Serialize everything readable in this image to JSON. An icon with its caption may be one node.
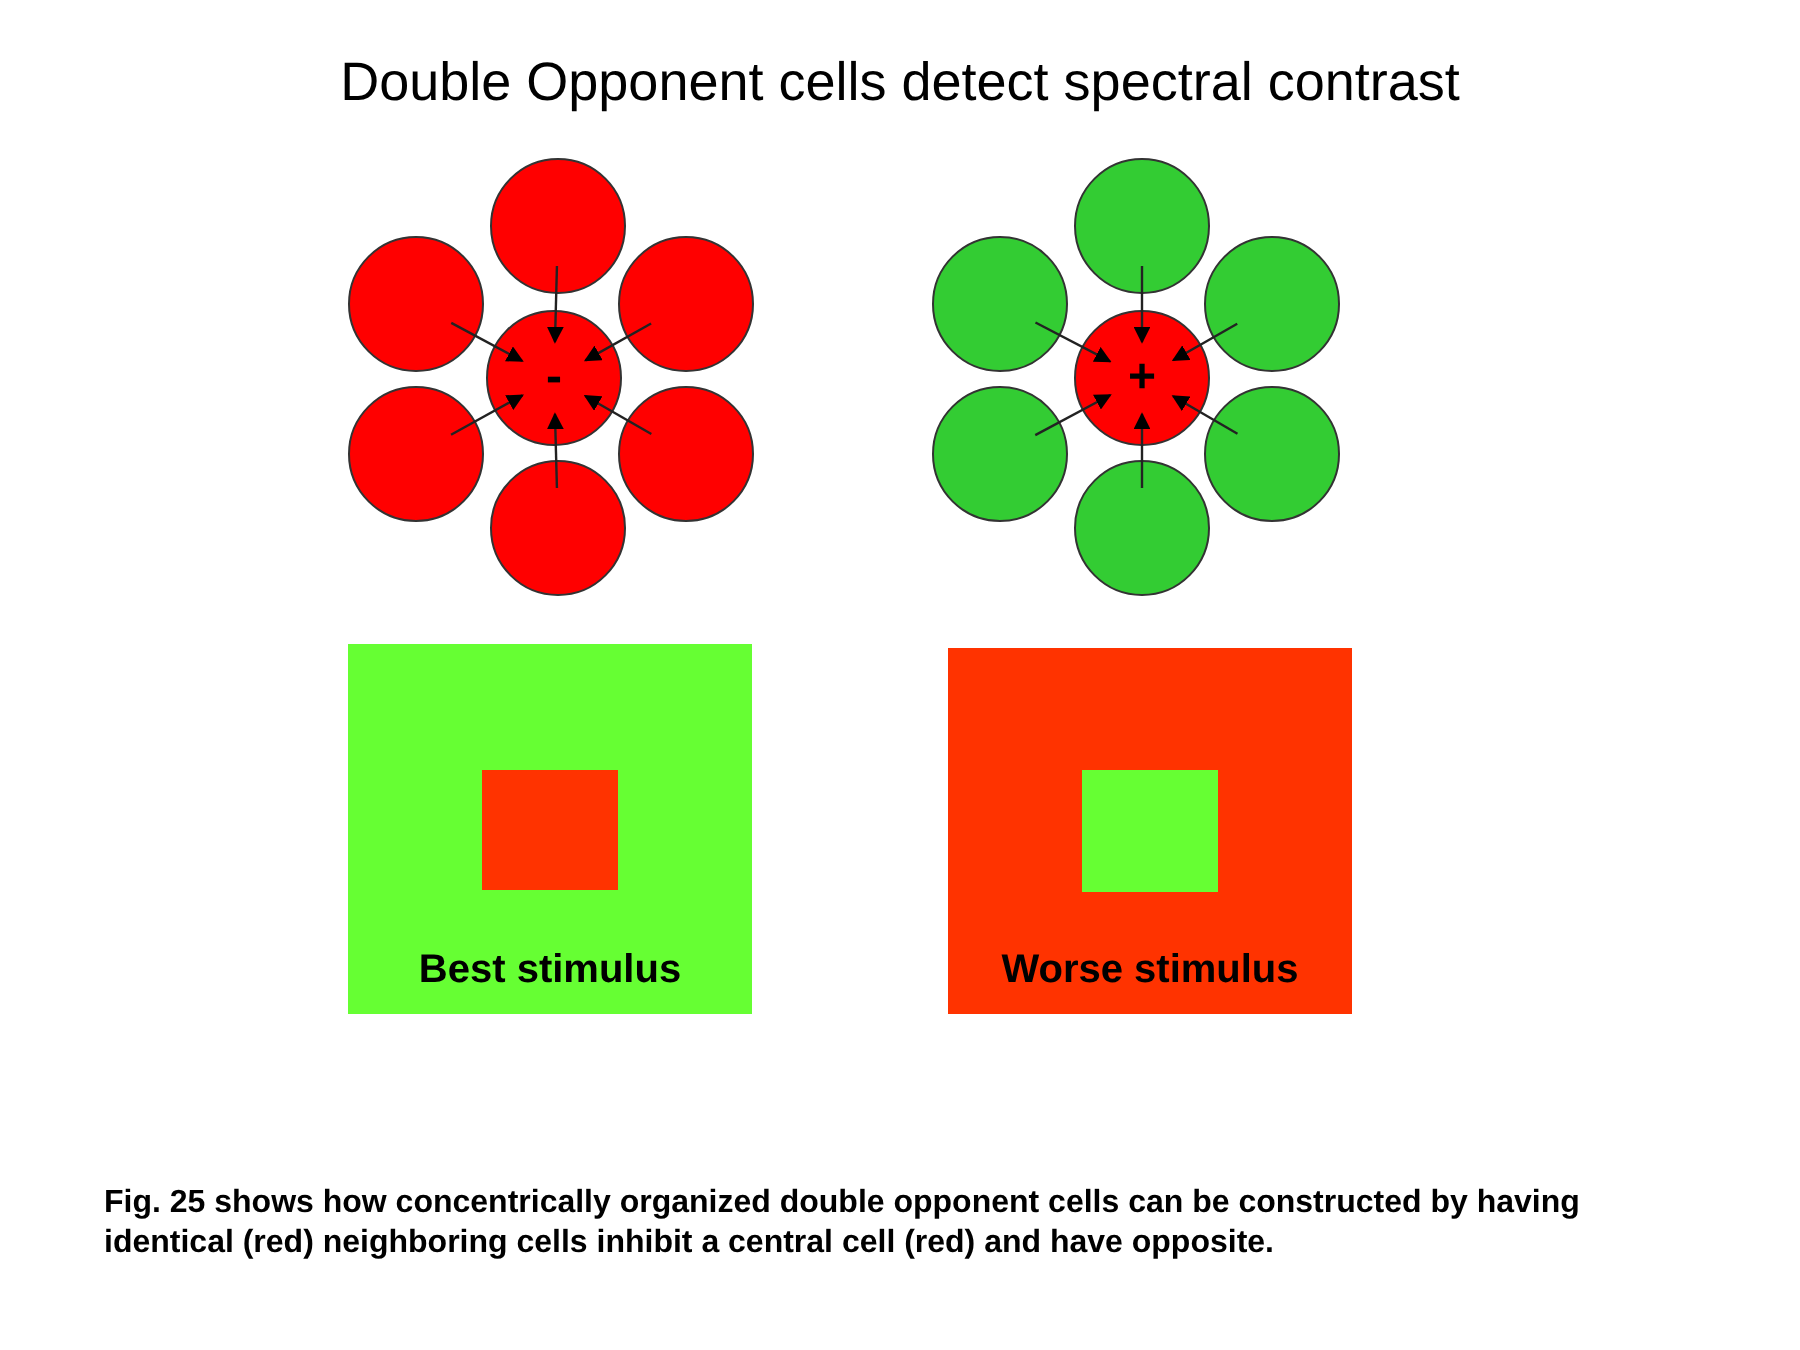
{
  "diagram": {
    "title": "Double Opponent cells detect spectral contrast",
    "caption": "Fig. 25 shows how concentrically organized double opponent cells can be constructed by having identical (red) neighboring cells inhibit a central cell (red) and have opposite.",
    "nodes": [
      {
        "text": [],
        "shape": "circle"
      },
      {
        "text": [],
        "shape": "circle"
      },
      {
        "text": [],
        "shape": "circle"
      },
      {
        "text": [
          "-"
        ]
      },
      {
        "text": [],
        "shape": "circle"
      },
      {
        "text": [],
        "shape": "circle"
      },
      {
        "text": [],
        "shape": "circle"
      },
      {
        "text": [],
        "shape": "circle"
      },
      {
        "text": [],
        "shape": "circle"
      },
      {
        "text": [],
        "shape": "circle"
      },
      {
        "text": [
          "+"
        ]
      },
      {
        "text": [],
        "shape": "circle"
      },
      {
        "text": [],
        "shape": "circle"
      },
      {
        "text": [],
        "shape": "circle"
      },
      {
        "text": [
          "Best stimulus"
        ]
      },
      {
        "text": [],
        "shape": "box",
        "in": 14
      },
      {
        "text": [
          "Worse stimulus"
        ]
      },
      {
        "text": [],
        "shape": "box",
        "in": 16
      }
    ],
    "edges": [
      {
        "from": 0,
        "to": 3,
        "arrow": "to"
      },
      {
        "from": 1,
        "to": 3,
        "arrow": "to"
      },
      {
        "from": 2,
        "to": 3,
        "arrow": "to"
      },
      {
        "from": 4,
        "to": 3,
        "arrow": "to"
      },
      {
        "from": 5,
        "to": 3,
        "arrow": "to"
      },
      {
        "from": 6,
        "to": 3,
        "arrow": "to"
      },
      {
        "from": 7,
        "to": 10,
        "arrow": "to"
      },
      {
        "from": 8,
        "to": 10,
        "arrow": "to"
      },
      {
        "from": 9,
        "to": 10,
        "arrow": "to"
      },
      {
        "from": 11,
        "to": 10,
        "arrow": "to"
      },
      {
        "from": 12,
        "to": 10,
        "arrow": "to"
      },
      {
        "from": 13,
        "to": 10,
        "arrow": "to"
      }
    ]
  }
}
